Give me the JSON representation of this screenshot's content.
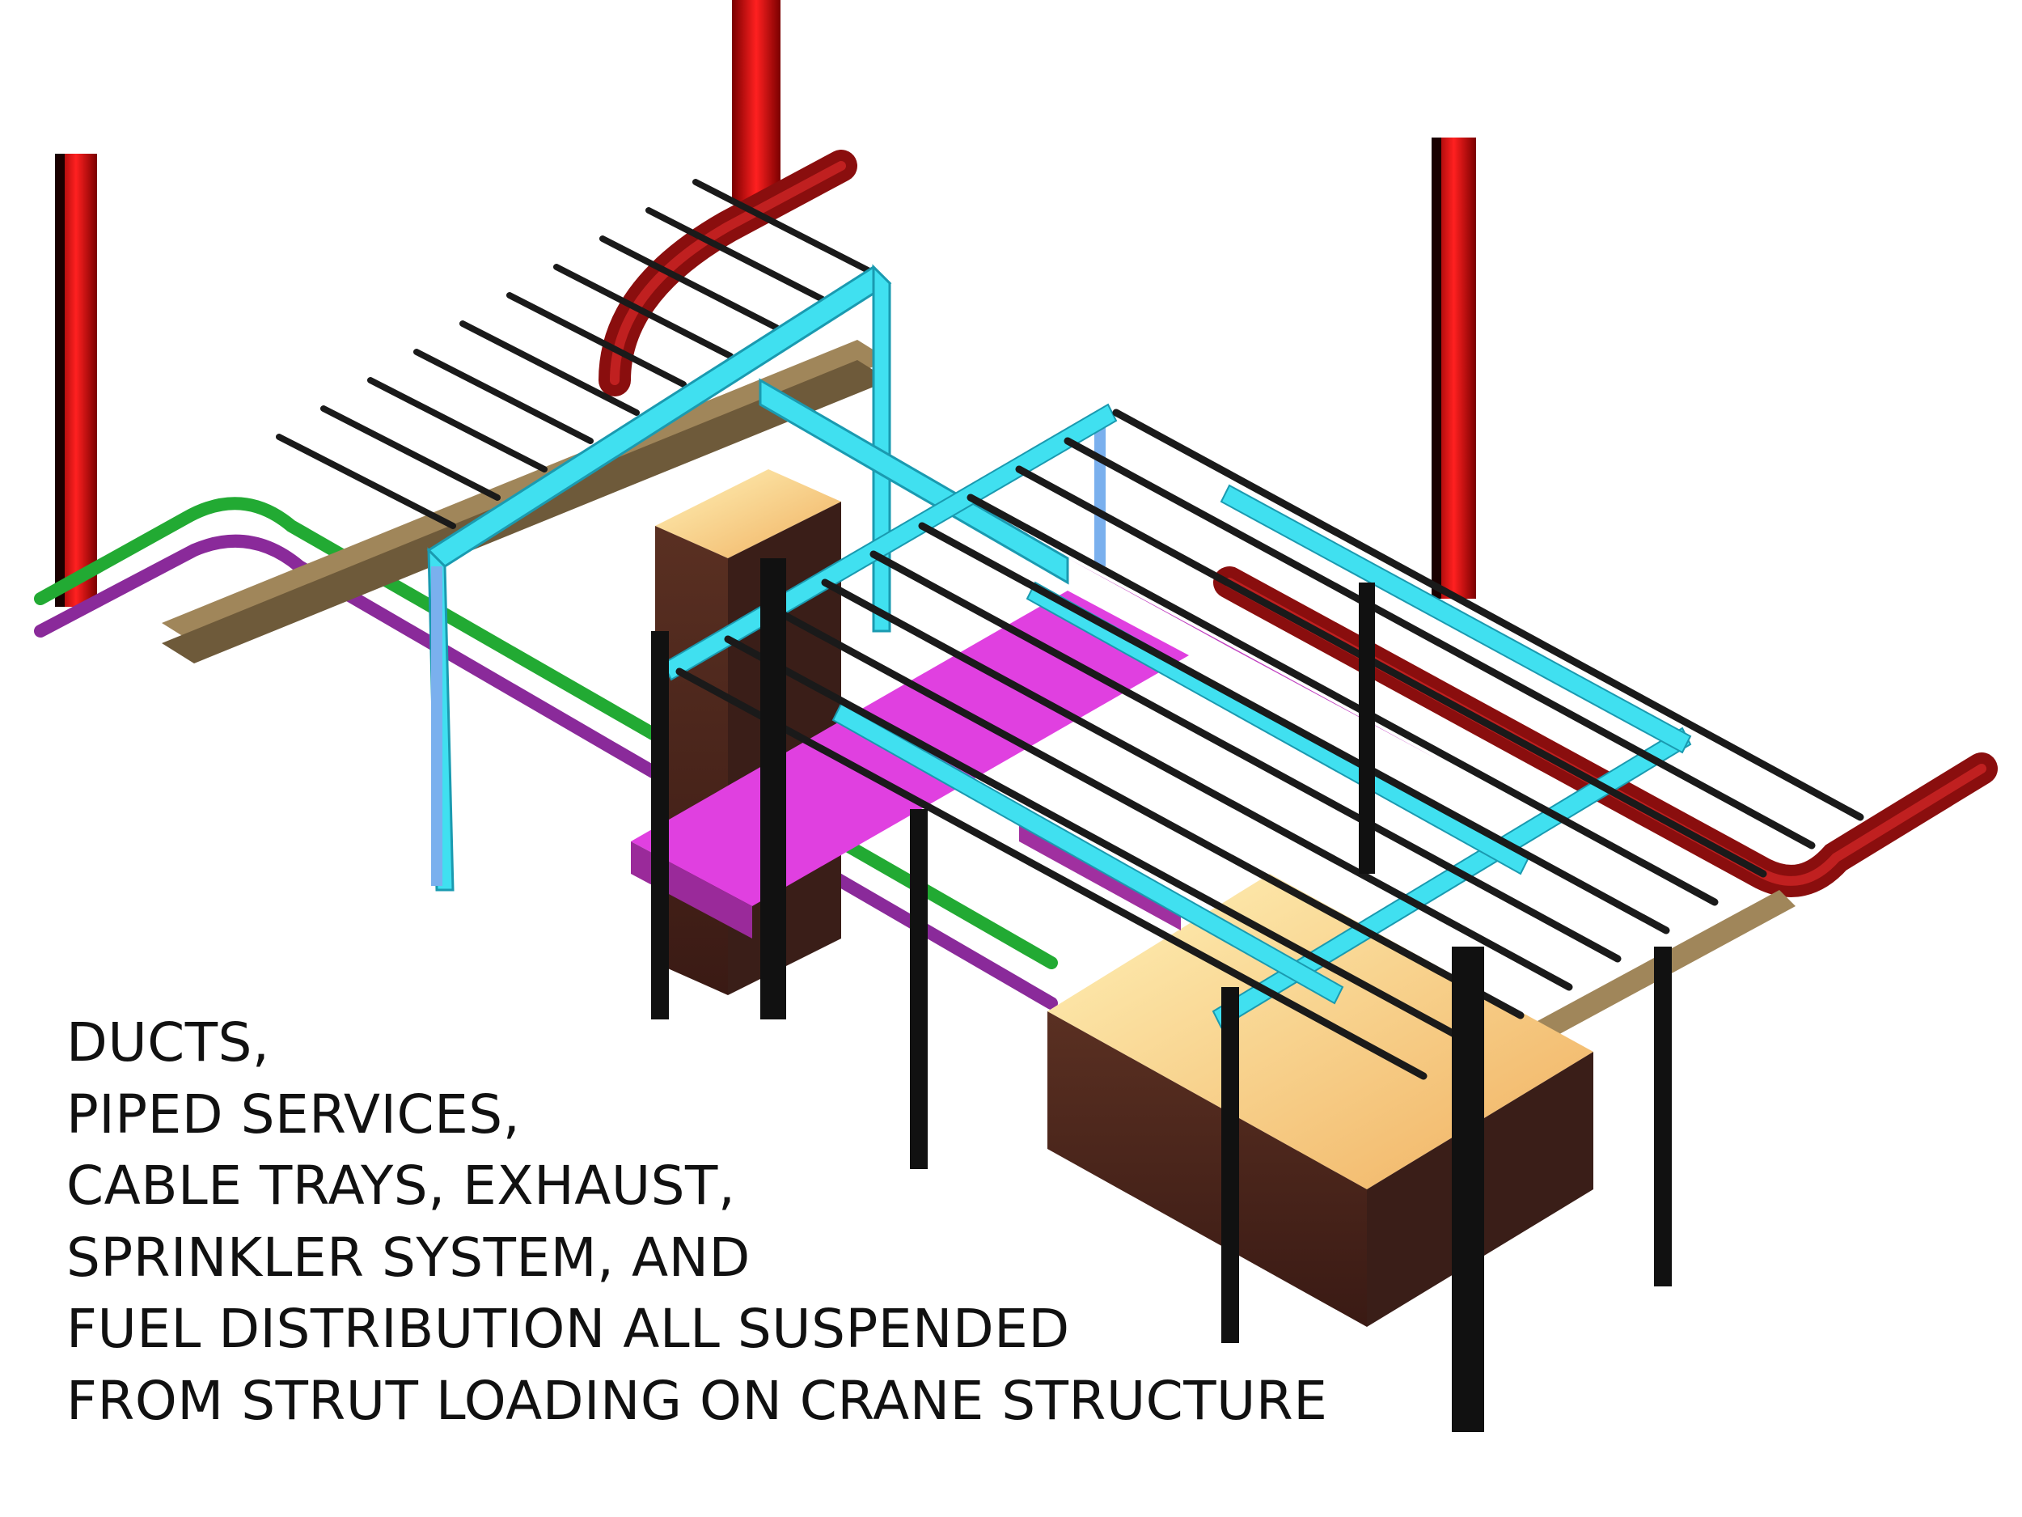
{
  "caption": {
    "lines": [
      "DUCTS,",
      "PIPED SERVICES,",
      "CABLE TRAYS, EXHAUST,",
      "SPRINKLER SYSTEM, AND",
      "FUEL DISTRIBUTION ALL SUSPENDED",
      "FROM STRUT LOADING ON CRANE STRUCTURE"
    ]
  },
  "colors": {
    "background": "#ffffff",
    "crane_column": "#d01818",
    "fuel_pipe": "#7a1010",
    "strut_frame": "#40e0f0",
    "duct": "#e040e0",
    "cable_tray": "#a0865a",
    "sprinkler_pipe_green": "#22aa33",
    "sprinkler_pipe_purple": "#8a2a9a",
    "exhaust_box": "#f5d090",
    "exhaust_box_side": "#4a2a20",
    "rods": "#1a1a1a"
  }
}
